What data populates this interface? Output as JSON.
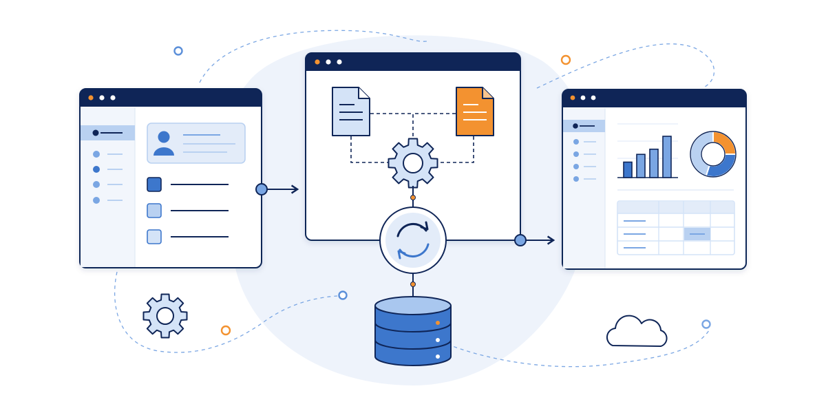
{
  "colors": {
    "navy": "#0f2557",
    "blue": "#3d77cc",
    "blue_mid": "#7aa6e3",
    "blue_light": "#b9d1f1",
    "blue_pale": "#e3ecf9",
    "orange": "#f39230",
    "bg_blob": "#eef3fb",
    "white": "#ffffff"
  },
  "icons": [
    "user-icon",
    "document-icon",
    "gear-icon",
    "sync-icon",
    "database-icon",
    "bar-chart-icon",
    "donut-chart-icon",
    "cloud-icon",
    "arrow-right-icon"
  ],
  "panels": {
    "left": {
      "kind": "form-window",
      "nav_items": 5,
      "active_nav": 1
    },
    "center": {
      "kind": "processing-window"
    },
    "right": {
      "kind": "dashboard-window",
      "nav_items": 5,
      "active_nav": 1
    }
  },
  "dashboard_bars": [
    0.3,
    0.45,
    0.55,
    0.8
  ],
  "donut_segments": [
    {
      "color": "#f39230",
      "fraction": 0.25
    },
    {
      "color": "#3d77cc",
      "fraction": 0.3
    },
    {
      "color": "#b9d1f1",
      "fraction": 0.45
    }
  ]
}
